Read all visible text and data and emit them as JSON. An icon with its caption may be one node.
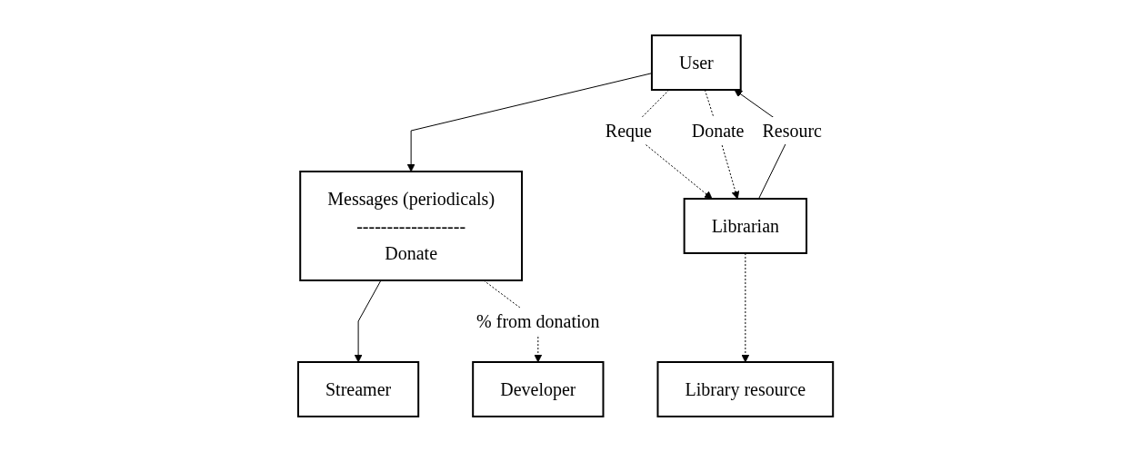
{
  "diagram": {
    "nodes": [
      {
        "text": [
          "User"
        ]
      },
      {
        "text": [
          "Messages (periodicals)",
          "------------------",
          "Donate"
        ]
      },
      {
        "text": [
          "Streamer"
        ]
      },
      {
        "text": [
          "Librarian"
        ]
      },
      {
        "text": [
          "Library resource"
        ]
      },
      {
        "text": [
          "Developer"
        ]
      }
    ],
    "edges": [
      {
        "from": 0,
        "to": 1,
        "arrow": "to"
      },
      {
        "from": 1,
        "to": 2,
        "arrow": "to"
      },
      {
        "from": 0,
        "to": 3,
        "arrow": "to",
        "label": "Reque",
        "style": "dashed"
      },
      {
        "from": 0,
        "to": 3,
        "arrow": "to",
        "label": "Donate",
        "style": "dashed"
      },
      {
        "from": 3,
        "to": 0,
        "arrow": "to",
        "label": "Resourc"
      },
      {
        "from": 3,
        "to": 4,
        "arrow": "to",
        "style": "dashed"
      },
      {
        "from": 1,
        "to": 5,
        "arrow": "to",
        "label": "% from donation",
        "style": "dashed"
      }
    ]
  }
}
